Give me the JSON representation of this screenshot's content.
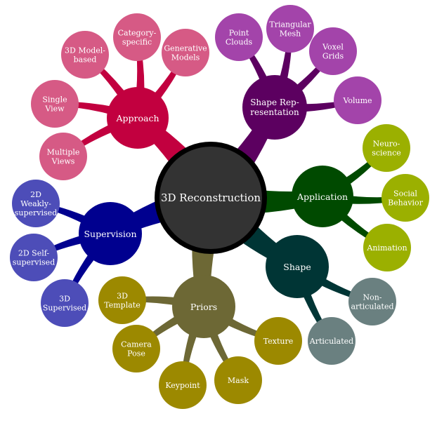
{
  "center": {
    "label": "3D Reconstruction",
    "color": "#333333",
    "ring": "#000000"
  },
  "branches": [
    {
      "key": "approach",
      "label": [
        "Approach"
      ],
      "color": "#c2003f",
      "children": [
        {
          "label": [
            "Category-",
            "specific"
          ],
          "color": "#d65a85"
        },
        {
          "label": [
            "Generative",
            "Models"
          ],
          "color": "#d65a85"
        },
        {
          "label": [
            "3D Model-",
            "based"
          ],
          "color": "#d65a85"
        },
        {
          "label": [
            "Single",
            "View"
          ],
          "color": "#d65a85"
        },
        {
          "label": [
            "Multiple",
            "Views"
          ],
          "color": "#d65a85"
        }
      ]
    },
    {
      "key": "shape-representation",
      "label": [
        "Shape Rep-",
        "resentation"
      ],
      "color": "#5c0060",
      "children": [
        {
          "label": [
            "Point",
            "Clouds"
          ],
          "color": "#a344aa"
        },
        {
          "label": [
            "Triangular",
            "Mesh"
          ],
          "color": "#a344aa"
        },
        {
          "label": [
            "Voxel",
            "Grids"
          ],
          "color": "#a344aa"
        },
        {
          "label": [
            "Volume"
          ],
          "color": "#a344aa"
        }
      ]
    },
    {
      "key": "application",
      "label": [
        "Application"
      ],
      "color": "#004a00",
      "children": [
        {
          "label": [
            "Neuro-",
            "science"
          ],
          "color": "#9bb000"
        },
        {
          "label": [
            "Social",
            "Behavior"
          ],
          "color": "#9bb000"
        },
        {
          "label": [
            "Animation"
          ],
          "color": "#9bb000"
        }
      ]
    },
    {
      "key": "shape",
      "label": [
        "Shape"
      ],
      "color": "#003535",
      "children": [
        {
          "label": [
            "Non-",
            "articulated"
          ],
          "color": "#6a8080"
        },
        {
          "label": [
            "Articulated"
          ],
          "color": "#6a8080"
        }
      ]
    },
    {
      "key": "priors",
      "label": [
        "Priors"
      ],
      "color": "#6d6835",
      "children": [
        {
          "label": [
            "3D",
            "Template"
          ],
          "color": "#9c8900"
        },
        {
          "label": [
            "Camera",
            "Pose"
          ],
          "color": "#9c8900"
        },
        {
          "label": [
            "Keypoint"
          ],
          "color": "#9c8900"
        },
        {
          "label": [
            "Mask"
          ],
          "color": "#9c8900"
        },
        {
          "label": [
            "Texture"
          ],
          "color": "#9c8900"
        }
      ]
    },
    {
      "key": "supervision",
      "label": [
        "Supervision"
      ],
      "color": "#00008f",
      "children": [
        {
          "label": [
            "2D",
            "Weakly-",
            "supervised"
          ],
          "color": "#4d4db8"
        },
        {
          "label": [
            "2D Self-",
            "supervised"
          ],
          "color": "#4d4db8"
        },
        {
          "label": [
            "3D",
            "Supervised"
          ],
          "color": "#4d4db8"
        }
      ]
    }
  ]
}
